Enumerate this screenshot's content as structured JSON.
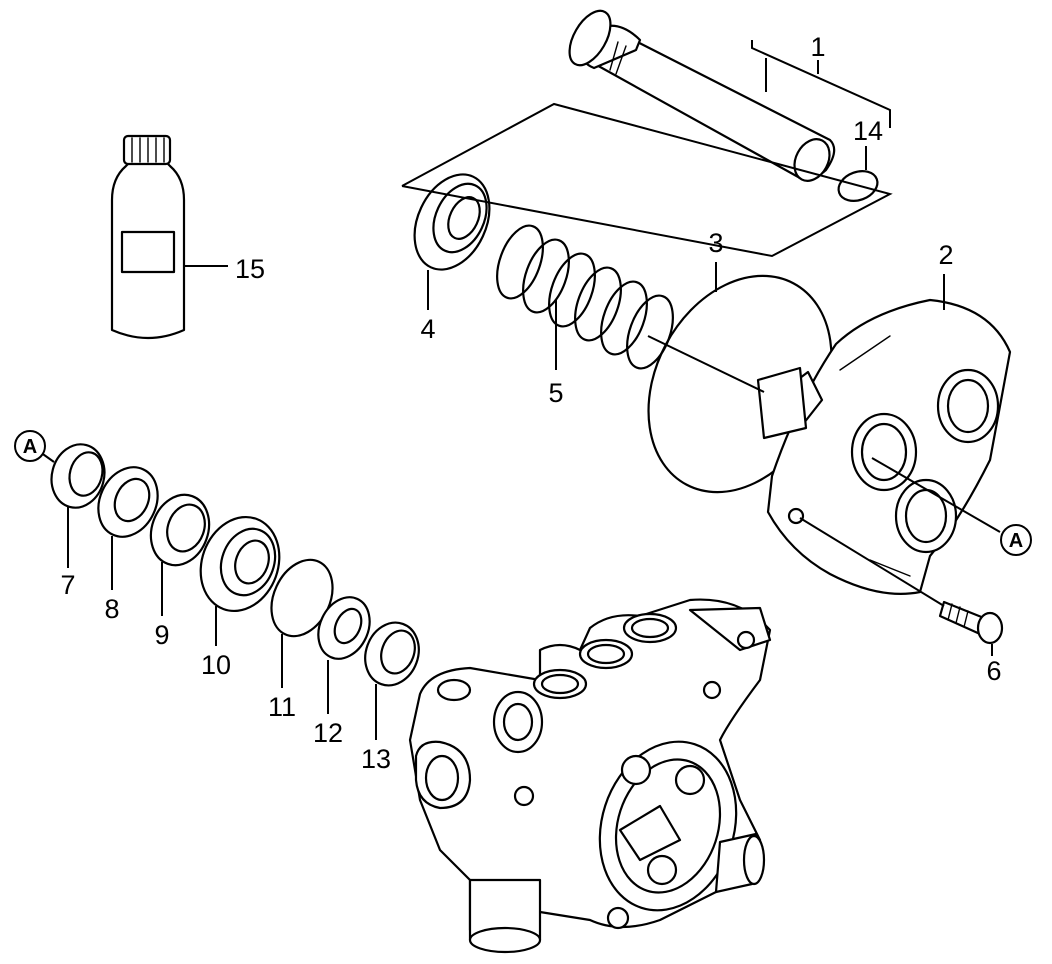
{
  "callouts": {
    "c1": "1",
    "c2": "2",
    "c3": "3",
    "c4": "4",
    "c5": "5",
    "c6": "6",
    "c7": "7",
    "c8": "8",
    "c9": "9",
    "c10": "10",
    "c11": "11",
    "c12": "12",
    "c13": "13",
    "c14": "14",
    "c15": "15"
  },
  "markers": {
    "a_left": "A",
    "a_right": "A"
  }
}
